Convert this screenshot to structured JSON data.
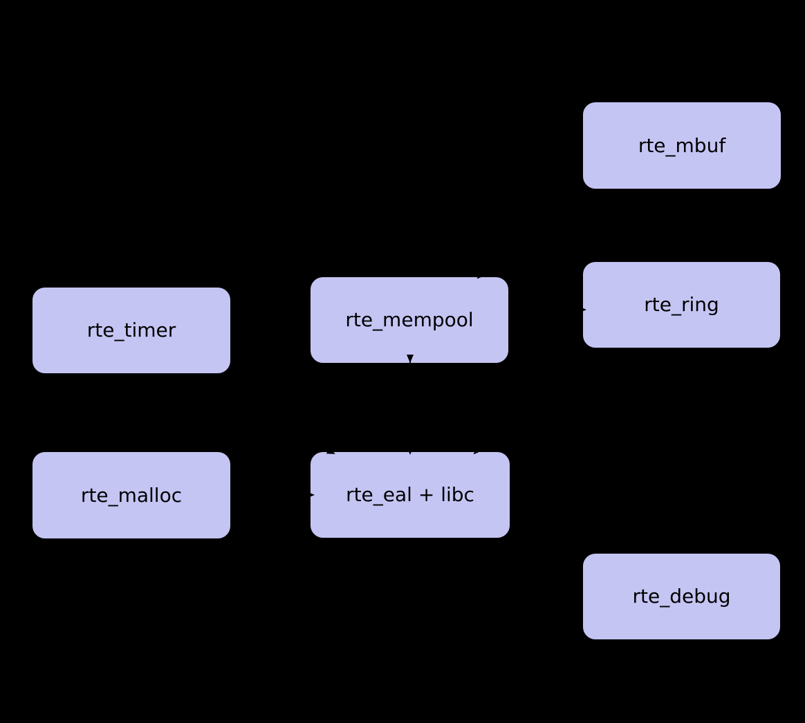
{
  "diagram": {
    "background_color": "#000000",
    "node_fill_color": "#c5c5f4",
    "node_text_color": "#000000",
    "nodes": [
      {
        "id": "rte_mbuf",
        "label": "rte_mbuf"
      },
      {
        "id": "rte_ring",
        "label": "rte_ring"
      },
      {
        "id": "rte_mempool",
        "label": "rte_mempool"
      },
      {
        "id": "rte_timer",
        "label": "rte_timer"
      },
      {
        "id": "rte_malloc",
        "label": "rte_malloc"
      },
      {
        "id": "rte_eal_libc",
        "label": "rte_eal + libc"
      },
      {
        "id": "rte_debug",
        "label": "rte_debug"
      }
    ]
  }
}
